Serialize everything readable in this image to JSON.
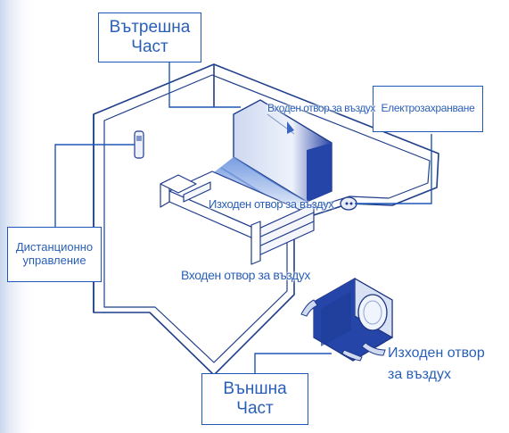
{
  "callouts": {
    "indoor_unit": {
      "line1": "Вътрешна",
      "line2": "Част"
    },
    "outdoor_unit": {
      "line1": "Външна",
      "line2": "Част"
    },
    "remote_control": {
      "line1": "Дистанционно",
      "line2": "управление"
    },
    "power_supply": {
      "text": "Електрозахранване"
    }
  },
  "labels": {
    "indoor_air_inlet": "Входен отвор за въздух",
    "indoor_air_outlet": "Изходен отвор за въздух",
    "outdoor_air_inlet": "Входен отвор за въздух",
    "outdoor_air_outlet_line1": "Изходен отвор",
    "outdoor_air_outlet_line2": "за въздух"
  },
  "colors": {
    "accent": "#2a5fb8",
    "unit_blue": "#2546a8",
    "wall_light": "#eef3fb"
  }
}
